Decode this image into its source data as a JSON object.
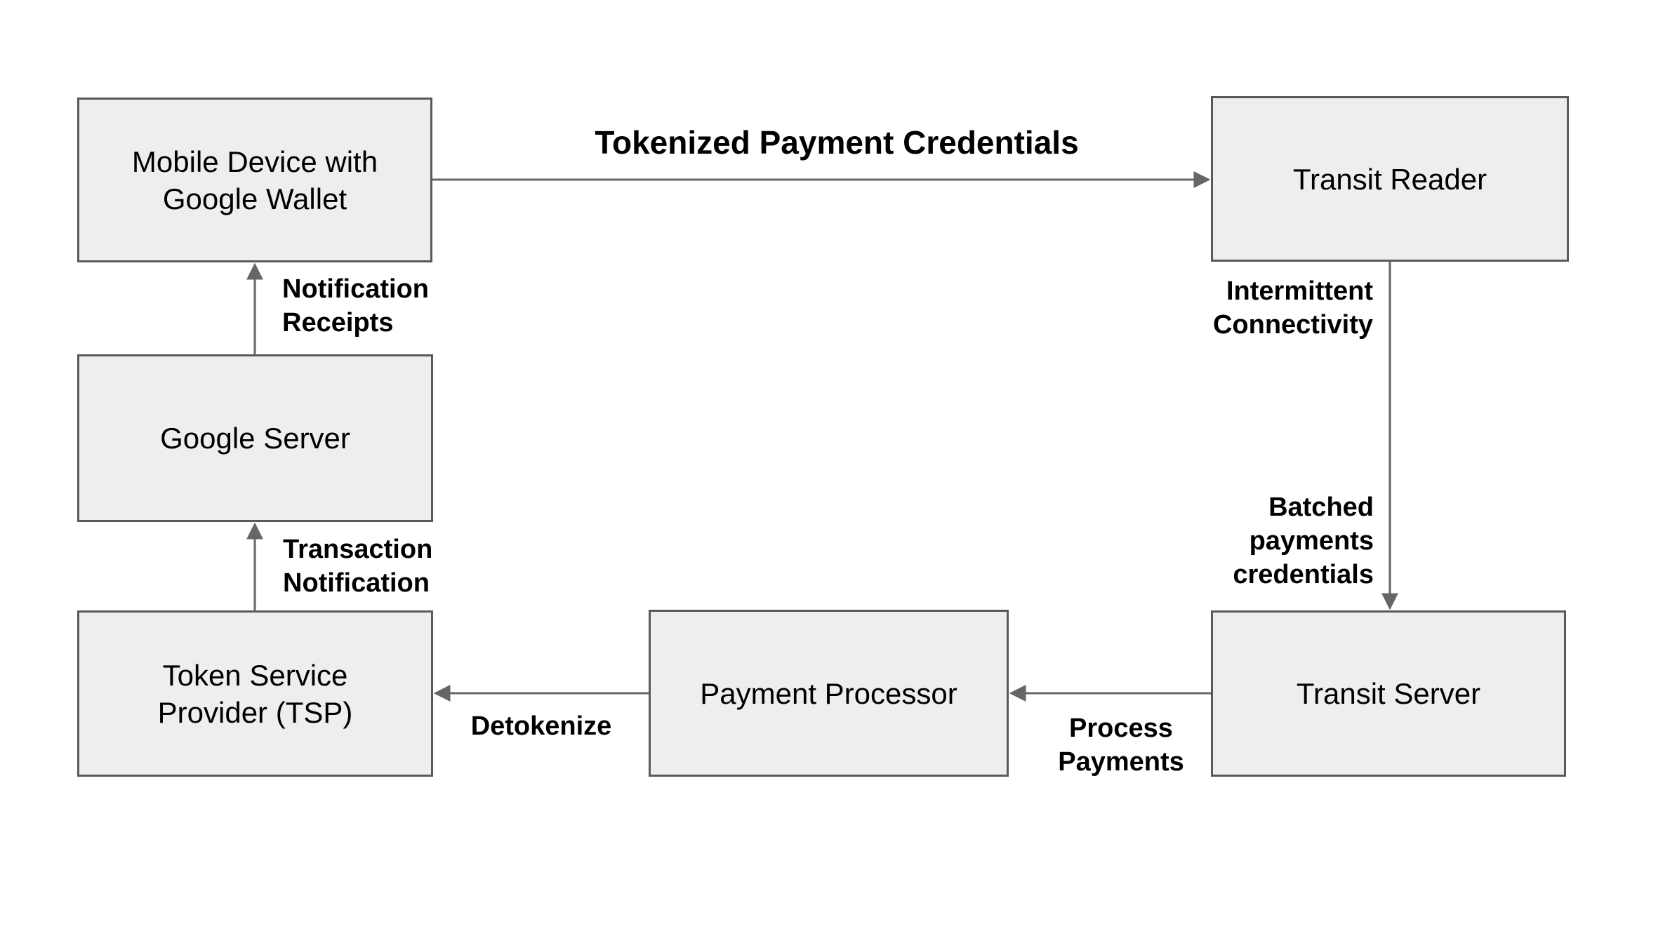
{
  "diagram": {
    "background": "#ffffff",
    "box_fill": "#eeeeee",
    "box_border": "#595959",
    "arrow_color": "#666666",
    "text_color": "#000000"
  },
  "nodes": {
    "mobile": {
      "lines": [
        "Mobile Device with",
        "Google Wallet"
      ]
    },
    "transit_reader": {
      "lines": [
        "Transit Reader"
      ]
    },
    "google_server": {
      "lines": [
        "Google Server"
      ]
    },
    "tsp": {
      "lines": [
        "Token Service",
        "Provider (TSP)"
      ]
    },
    "payment_processor": {
      "lines": [
        "Payment Processor"
      ]
    },
    "transit_server": {
      "lines": [
        "Transit Server"
      ]
    }
  },
  "edge_labels": {
    "tokenized": "Tokenized Payment Credentials",
    "notification_receipts": {
      "lines": [
        "Notification",
        "Receipts"
      ]
    },
    "transaction_notification": {
      "lines": [
        "Transaction",
        "Notification"
      ]
    },
    "intermittent_connectivity": {
      "lines": [
        "Intermittent",
        "Connectivity"
      ]
    },
    "batched_payments": {
      "lines": [
        "Batched",
        "payments",
        "credentials"
      ]
    },
    "process_payments": {
      "lines": [
        "Process",
        "Payments"
      ]
    },
    "detokenize": "Detokenize"
  }
}
